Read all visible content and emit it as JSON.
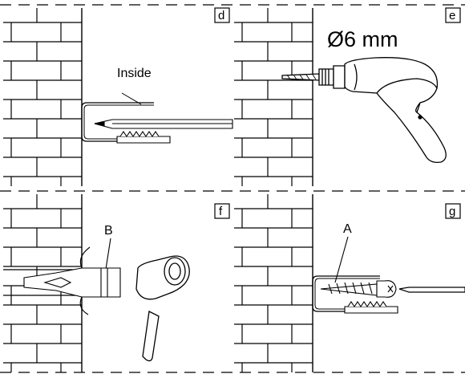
{
  "panels": [
    {
      "letter": "d",
      "label": "Inside"
    },
    {
      "letter": "e",
      "label": "Ø6 mm"
    },
    {
      "letter": "f",
      "label": "B"
    },
    {
      "letter": "g",
      "label": "A"
    }
  ],
  "colors": {
    "line": "#000000",
    "background": "#ffffff",
    "drill_body": "#ffffff"
  }
}
